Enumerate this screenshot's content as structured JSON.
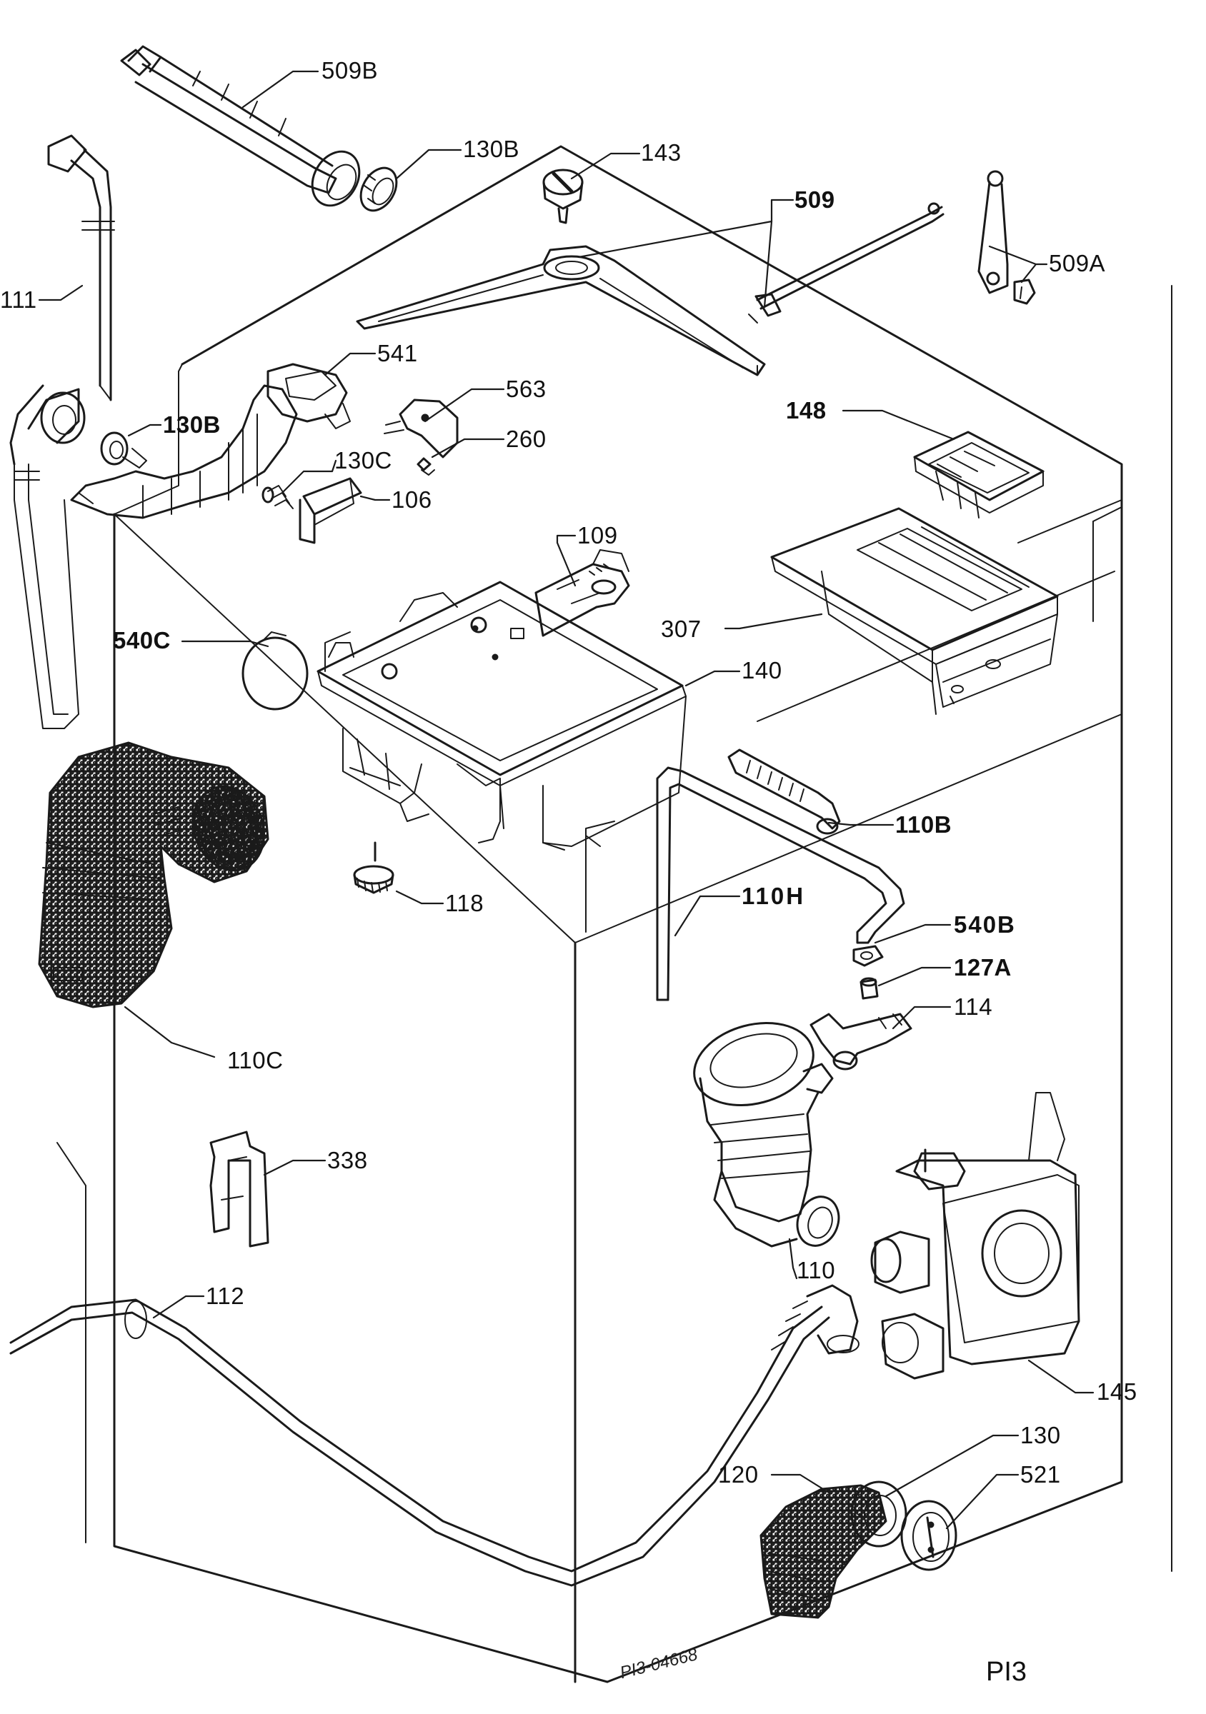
{
  "parts": {
    "p509b": "509B",
    "p130b_top": "130B",
    "p143": "143",
    "p509": "509",
    "p509a": "509A",
    "p111": "111",
    "p541": "541",
    "p563": "563",
    "p130b_mid": "130B",
    "p260": "260",
    "p130c": "130C",
    "p106": "106",
    "p148": "148",
    "p109": "109",
    "p540c": "540C",
    "p307": "307",
    "p140": "140",
    "p110b": "110B",
    "p118": "118",
    "p110h": "110H",
    "p540b": "540B",
    "p127a": "127A",
    "p114": "114",
    "p110c": "110C",
    "p338": "338",
    "p110": "110",
    "p112": "112",
    "p145": "145",
    "p130": "130",
    "p120": "120",
    "p521": "521"
  },
  "stamp": "PI3-04668",
  "page_code": "PI3"
}
